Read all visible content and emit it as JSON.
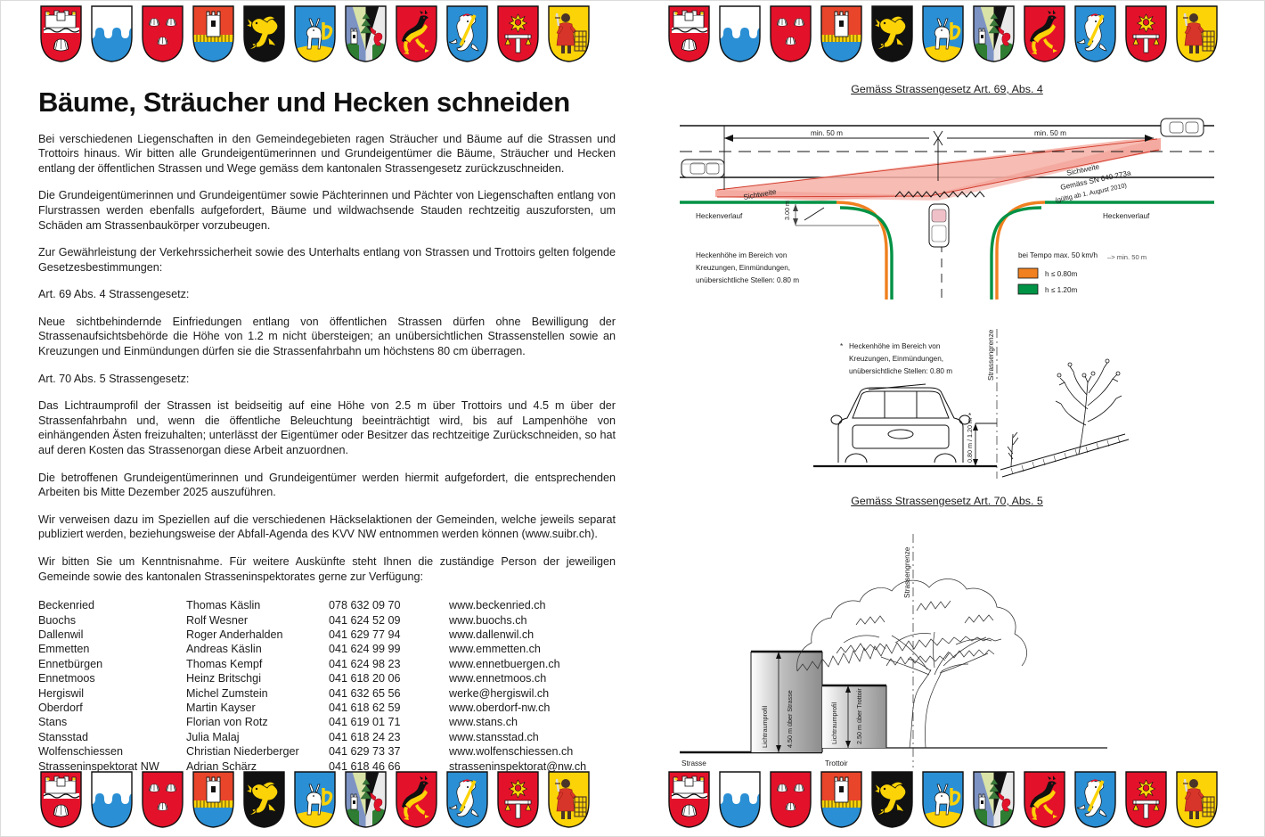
{
  "document": {
    "title": "Bäume, Sträucher und Hecken schneiden"
  },
  "body_paragraphs": [
    "Bei verschiedenen Liegenschaften in den Gemeindegebieten ragen Sträucher und Bäume auf die Strassen und Trottoirs hinaus. Wir bitten alle Grundeigentümerinnen und Grundeigentümer die Bäume, Sträucher und Hecken entlang der öffentlichen Strassen und Wege gemäss dem kantonalen Strassengesetz zurückzuschneiden.",
    "Die Grundeigentümerinnen und Grundeigentümer sowie Pächterinnen und Pächter von Liegenschaften entlang von Flurstrassen werden ebenfalls aufgefordert, Bäume und wildwachsende Stauden rechtzeitig auszuforsten, um Schäden am Strassenbaukörper vorzubeugen.",
    "Zur Gewährleistung der Verkehrssicherheit sowie des Unterhalts entlang von Strassen und Trottoirs gelten folgende Gesetzesbestimmungen:"
  ],
  "articles": [
    {
      "heading": "Art. 69 Abs. 4 Strassengesetz:",
      "text": "Neue sichtbehindernde Einfriedungen entlang von öffentlichen Strassen dürfen ohne Bewilligung der Strassenaufsichtsbehörde die Höhe von 1.2 m nicht übersteigen; an unübersichtlichen Strassenstellen sowie an Kreuzungen und Einmündungen dürfen sie die Strassenfahrbahn um höchstens 80 cm überragen."
    },
    {
      "heading": "Art. 70 Abs. 5 Strassengesetz:",
      "text": "Das Lichtraumprofil der Strassen ist beidseitig auf eine Höhe von 2.5 m über Trottoirs und 4.5 m über der Strassenfahrbahn und, wenn die öffentliche Beleuchtung beeinträchtigt wird, bis auf Lampenhöhe von einhängenden Ästen freizuhalten; unterlässt der Eigentümer oder Besitzer das rechtzeitige Zurückschneiden, so hat auf deren Kosten das Strassenorgan diese Arbeit anzuordnen."
    }
  ],
  "closing_paragraphs": [
    "Die betroffenen Grundeigentümerinnen und Grundeigentümer werden hiermit aufgefordert, die entsprechenden Arbeiten bis Mitte Dezember 2025 auszuführen.",
    "Wir verweisen dazu im Speziellen auf die verschiedenen Häckselaktionen der Gemeinden, welche jeweils separat publiziert werden, beziehungsweise der Abfall-Agenda des KVV NW entnommen werden können (www.suibr.ch).",
    "Wir bitten Sie um Kenntnisnahme. Für weitere Auskünfte steht Ihnen die zuständige Person der jeweiligen Gemeinde sowie des kantonalen Strasseninspektorates gerne zur Verfügung:"
  ],
  "contacts": [
    {
      "municipality": "Beckenried",
      "person": "Thomas Käslin",
      "phone": "078 632 09 70",
      "web": "www.beckenried.ch"
    },
    {
      "municipality": "Buochs",
      "person": "Rolf Wesner",
      "phone": "041 624 52 09",
      "web": "www.buochs.ch"
    },
    {
      "municipality": "Dallenwil",
      "person": "Roger Anderhalden",
      "phone": "041 629 77 94",
      "web": "www.dallenwil.ch"
    },
    {
      "municipality": "Emmetten",
      "person": "Andreas Käslin",
      "phone": "041 624 99 99",
      "web": "www.emmetten.ch"
    },
    {
      "municipality": "Ennetbürgen",
      "person": "Thomas Kempf",
      "phone": "041 624 98 23",
      "web": "www.ennetbuergen.ch"
    },
    {
      "municipality": "Ennetmoos",
      "person": "Heinz Britschgi",
      "phone": "041 618 20 06",
      "web": "www.ennetmoos.ch"
    },
    {
      "municipality": "Hergiswil",
      "person": "Michel Zumstein",
      "phone": "041 632 65 56",
      "web": "werke@hergiswil.ch"
    },
    {
      "municipality": "Oberdorf",
      "person": "Martin Kayser",
      "phone": "041 618 62 59",
      "web": "www.oberdorf-nw.ch"
    },
    {
      "municipality": "Stans",
      "person": "Florian von Rotz",
      "phone": "041 619 01 71",
      "web": "www.stans.ch"
    },
    {
      "municipality": "Stansstad",
      "person": "Julia Malaj",
      "phone": "041 618 24 23",
      "web": "www.stansstad.ch"
    },
    {
      "municipality": "Wolfenschiessen",
      "person": "Christian Niederberger",
      "phone": "041 629 73 37",
      "web": "www.wolfenschiessen.ch"
    },
    {
      "municipality": "Strasseninspektorat NW",
      "person": "Adrian Schärz",
      "phone": "041 618 46 66",
      "web": "strasseninspektorat@nw.ch"
    }
  ],
  "figure_69": {
    "title": "Gemäss Strassengesetz Art. 69, Abs. 4",
    "dim_left": "min. 50 m",
    "dim_right": "min. 50 m",
    "sichtweite_left": "Sichtweite",
    "sichtweite_right": "Sichtweite",
    "norm_line1": "Gemäss SN 640 273a",
    "norm_line2": "(gültig ab 1. August 2010)",
    "hedge_left": "Heckenverlauf",
    "hedge_right": "Heckenverlauf",
    "dim_300": "3.00 m",
    "note_line1": "Heckenhöhe im Bereich von",
    "note_line2": "Kreuzungen, Einmündungen,",
    "note_line3": "unübersichtliche Stellen: 0.80 m",
    "tempo_note": "bei Tempo max. 50 km/h",
    "tempo_arrow": "–> min. 50 m",
    "legend": [
      {
        "label": "h ≤ 0.80m",
        "color": "#f08020"
      },
      {
        "label": "h ≤ 1.20m",
        "color": "#009245"
      }
    ]
  },
  "figure_car": {
    "star": "*",
    "note_line1": "Heckenhöhe im Bereich von",
    "note_line2": "Kreuzungen, Einmündungen,",
    "note_line3": "unübersichtliche Stellen: 0.80 m",
    "boundary": "Strassengrenze",
    "dim_low": "0.80 m / 1.20 m"
  },
  "figure_70": {
    "title": "Gemäss Strassengesetz Art. 70, Abs. 5",
    "boundary": "Strassengrenze",
    "profile_road_line1": "Lichtraumprofil",
    "profile_road_line2": "4.50 m über Strasse",
    "profile_walk_line1": "Lichtraumprofil",
    "profile_walk_line2": "2.50 m über Trottoir",
    "ground_road": "Strasse",
    "ground_walk": "Trottoir"
  },
  "crests": [
    {
      "name": "beckenried-crest"
    },
    {
      "name": "buochs-crest"
    },
    {
      "name": "dallenwil-crest"
    },
    {
      "name": "emmetten-crest"
    },
    {
      "name": "ennetbuergen-crest"
    },
    {
      "name": "ennetmoos-crest"
    },
    {
      "name": "hergiswil-crest"
    },
    {
      "name": "oberdorf-crest"
    },
    {
      "name": "stans-crest"
    },
    {
      "name": "stansstad-crest"
    },
    {
      "name": "wolfenschiessen-crest"
    }
  ],
  "colors": {
    "crest_red": "#e3122a",
    "crest_blue": "#2a8fd4",
    "crest_yellow": "#fcd307",
    "hedge_green": "#009245",
    "hedge_orange": "#f08020",
    "sight_red": "#f5a9a0"
  }
}
